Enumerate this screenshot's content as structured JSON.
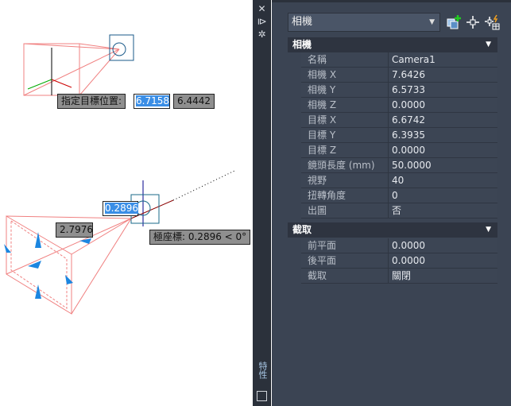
{
  "canvas": {
    "upper_prompt_label": "指定目標位置:",
    "upper_input_x": "6.7158",
    "upper_input_y": "6.4442",
    "lower_input": "0.2896",
    "lower_distance": "2.7976",
    "polar_tip": "極座標: 0.2896 < 0°"
  },
  "strip": {
    "close": "✕",
    "auto_hide": "⧐",
    "settings": "✲",
    "vertical_label": "特性"
  },
  "panel": {
    "dropdown_value": "相機",
    "sections": [
      {
        "title": "相機",
        "rows": [
          {
            "label": "名稱",
            "value": "Camera1"
          },
          {
            "label": "相機 X",
            "value": "7.6426"
          },
          {
            "label": "相機 Y",
            "value": "6.5733"
          },
          {
            "label": "相機 Z",
            "value": "0.0000"
          },
          {
            "label": "目標 X",
            "value": "6.6742"
          },
          {
            "label": "目標 Y",
            "value": "6.3935"
          },
          {
            "label": "目標 Z",
            "value": "0.0000"
          },
          {
            "label": "鏡頭長度 (mm)",
            "value": "50.0000"
          },
          {
            "label": "視野",
            "value": "40"
          },
          {
            "label": "扭轉角度",
            "value": "0"
          },
          {
            "label": "出圖",
            "value": "否"
          }
        ]
      },
      {
        "title": "截取",
        "rows": [
          {
            "label": "前平面",
            "value": "0.0000"
          },
          {
            "label": "後平面",
            "value": "0.0000"
          },
          {
            "label": "截取",
            "value": "關閉"
          }
        ]
      }
    ]
  }
}
